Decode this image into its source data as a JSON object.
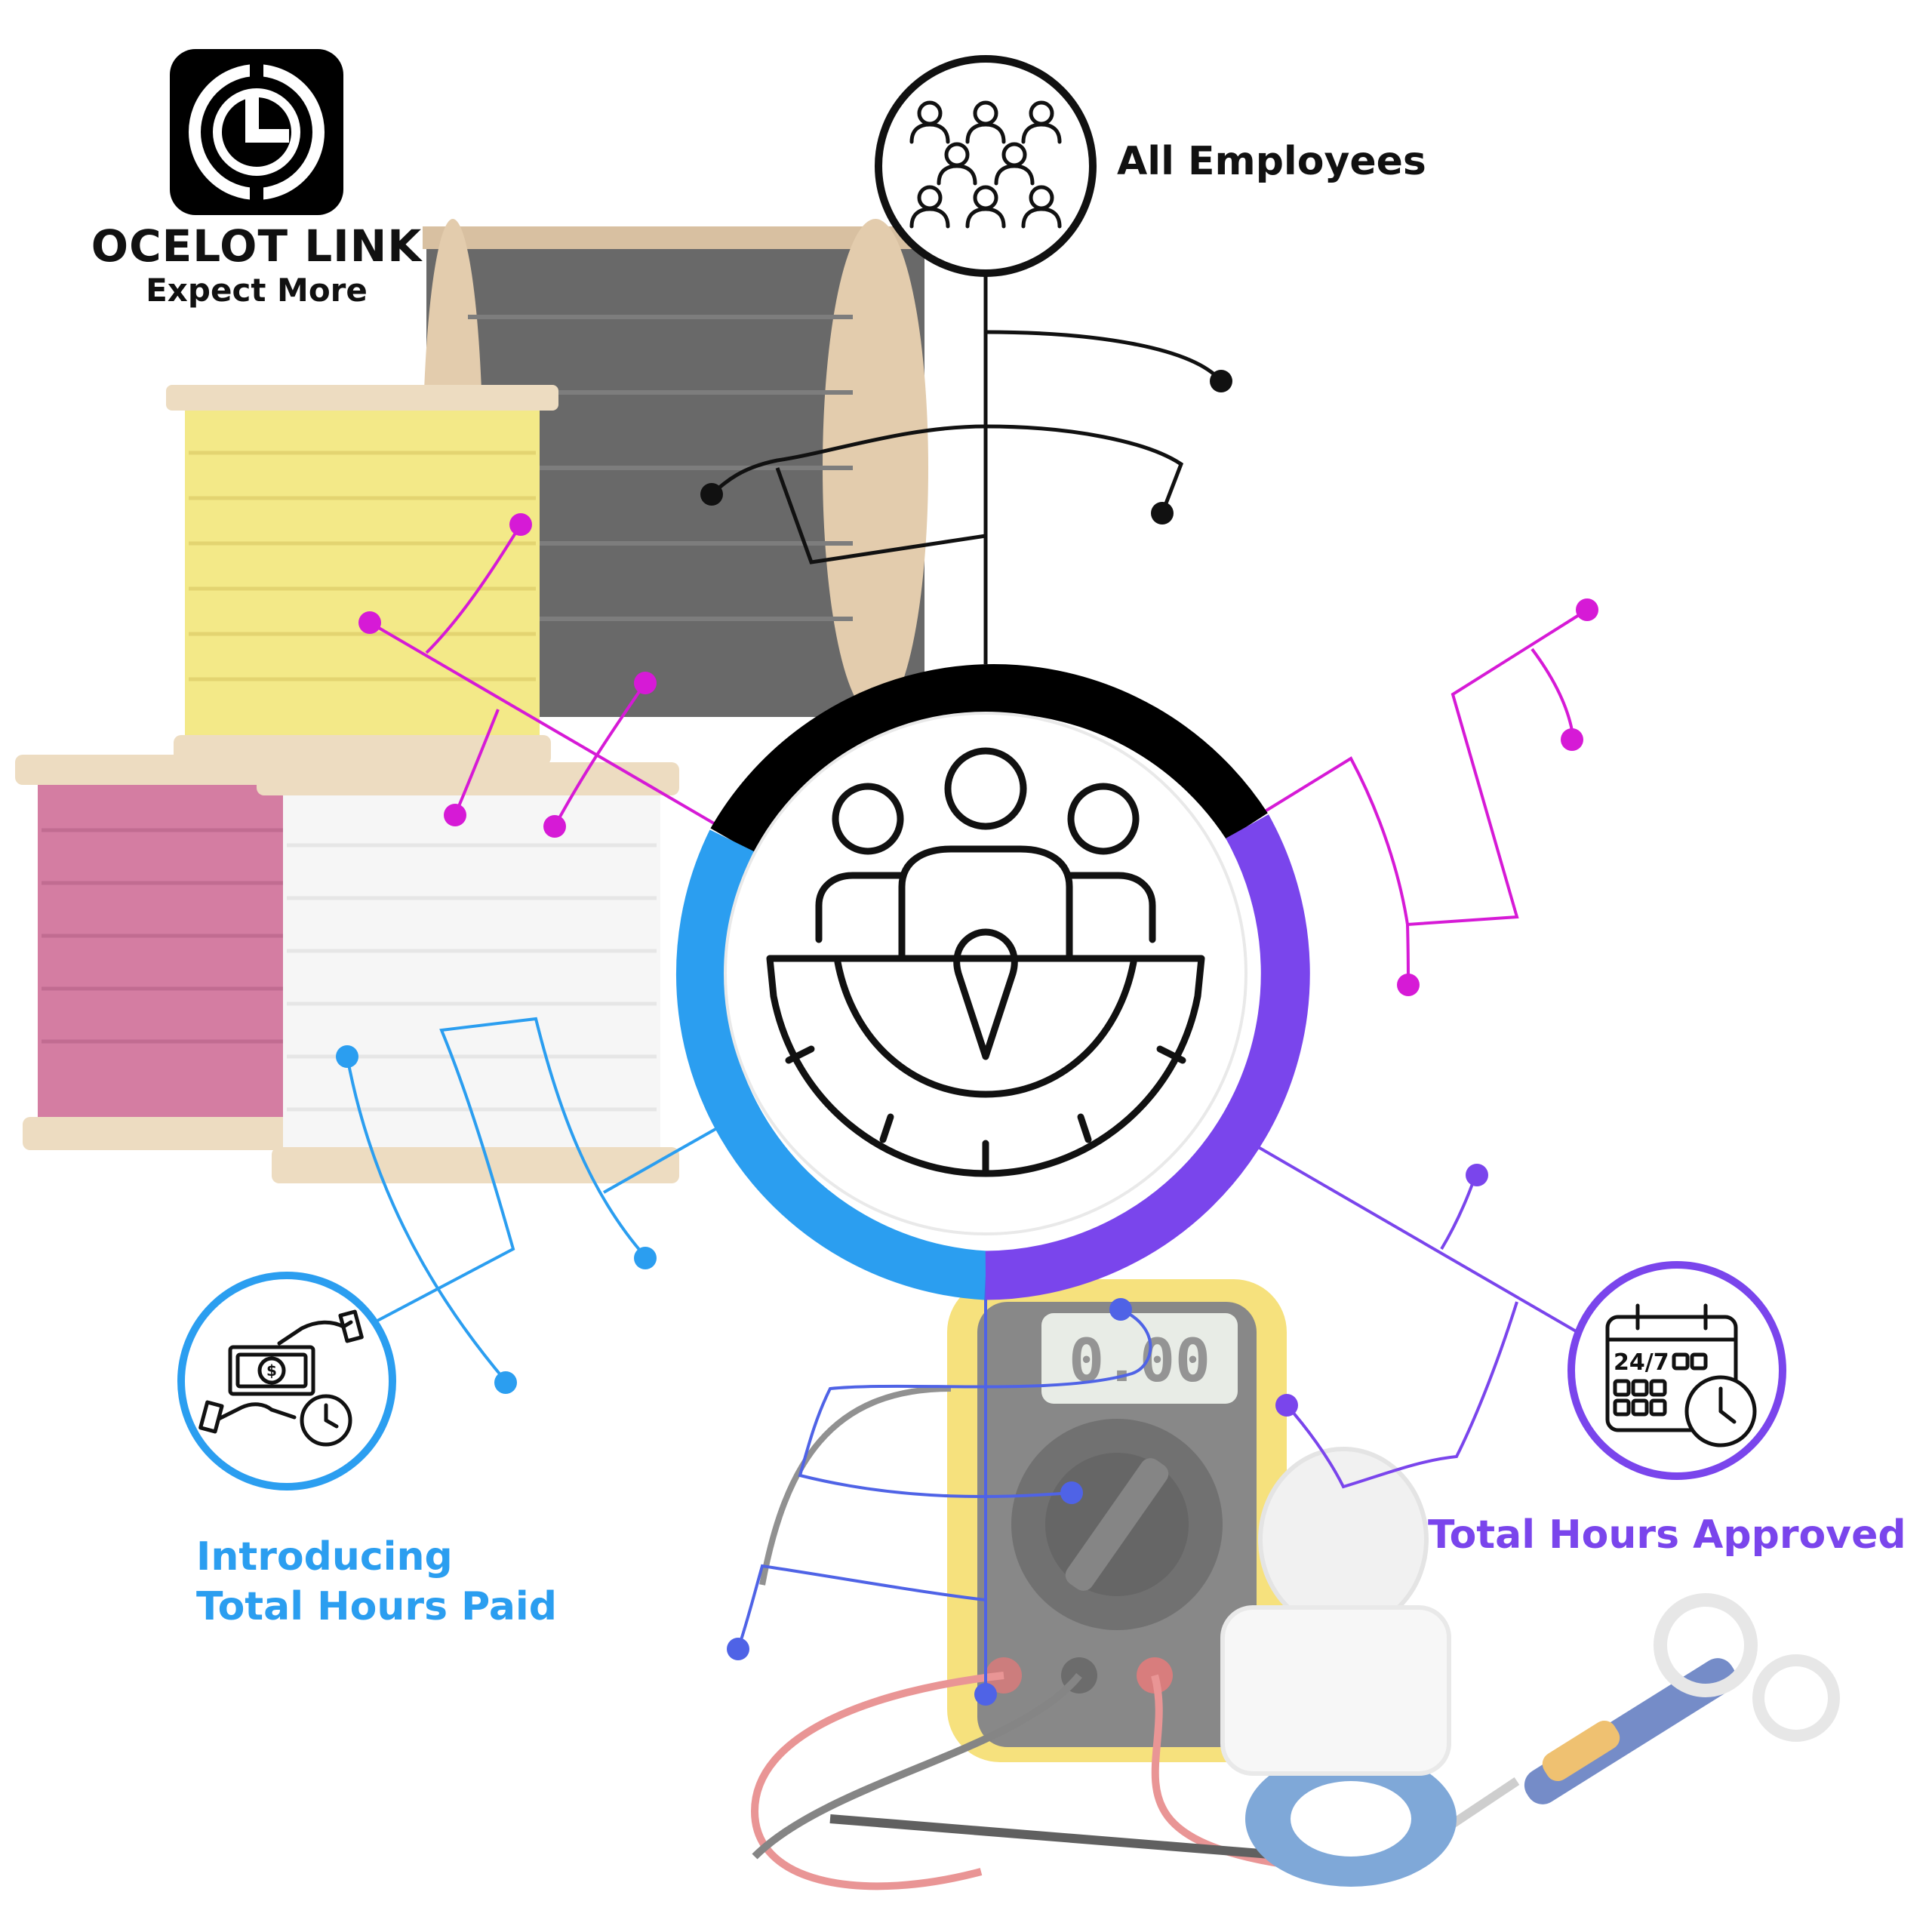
{
  "brand": {
    "name": "OCELOT LINK",
    "tagline": "Expect More",
    "logo_icon": "clock-l-logo-icon"
  },
  "nodes": {
    "employees": {
      "label": "All Employees",
      "icon": "people-group-icon",
      "color": "#111111"
    },
    "paid": {
      "line1": "Introducing",
      "line2": "Total Hours Paid",
      "icon": "money-hands-clock-icon",
      "color": "#2b9ef0"
    },
    "approved": {
      "label": "Total Hours Approved",
      "icon": "calendar-24-7-clock-icon",
      "color": "#7a45ec"
    }
  },
  "hub": {
    "icon": "team-clock-hub-icon",
    "ring_colors": {
      "top": "#000000",
      "left": "#2b9ef0",
      "right": "#7a45ec"
    }
  },
  "accent_colors": {
    "magenta": "#d61ad6",
    "blue": "#2b9ef0",
    "indigo": "#4f63e6",
    "purple": "#7a45ec"
  },
  "background": {
    "objects": [
      "yellow-wire-spool",
      "black-wire-spool",
      "red-wire-spool",
      "white-wire-spool",
      "multimeter",
      "probe-leads",
      "screwdriver",
      "tape-roll"
    ]
  }
}
